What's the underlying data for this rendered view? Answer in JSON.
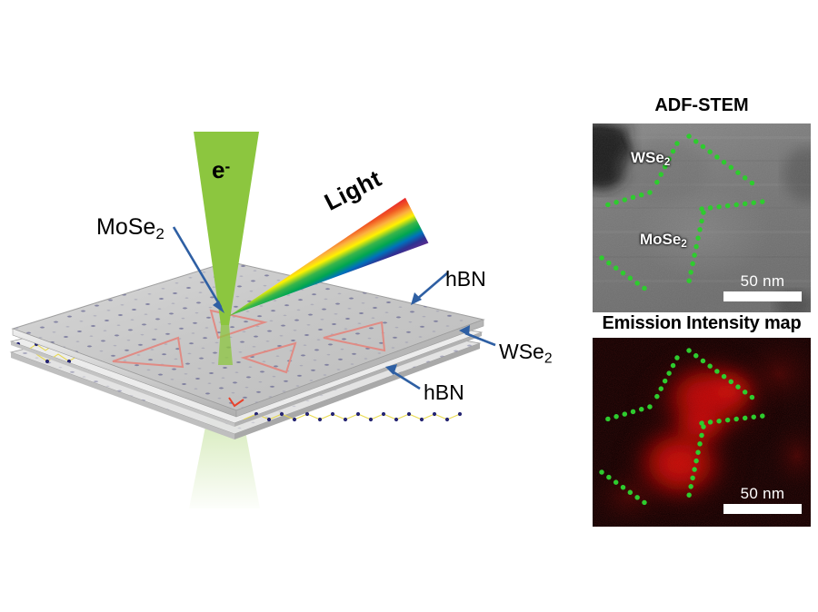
{
  "schematic": {
    "labels": {
      "mose2": "MoSe",
      "mose2_sub": "2",
      "hbn_top": "hBN",
      "hbn_bottom": "hBN",
      "wse2": "WSe",
      "wse2_sub": "2",
      "electron": "e",
      "electron_sup": "-",
      "light": "Light"
    },
    "colors": {
      "electron_beam": "#8CC63F",
      "arrow_blue": "#2E5FA3",
      "triangle_outline": "#E08B84",
      "slab_grey": "#C9C9C9",
      "lattice_dot": "#5B5B8A"
    },
    "rainbow_stops": [
      "#E8262C",
      "#F5821F",
      "#FFF200",
      "#39B54A",
      "#00A99D",
      "#0071BC",
      "#2E3192",
      "#662D91"
    ]
  },
  "panels": {
    "stem": {
      "title": "ADF-STEM",
      "region_labels": [
        {
          "text": "WSe",
          "sub": "2"
        },
        {
          "text": "MoSe",
          "sub": "2"
        }
      ],
      "scalebar": "50 nm",
      "boundary_color": "#2ECC2E"
    },
    "emission": {
      "title": "Emission Intensity map",
      "scalebar": "50 nm",
      "boundary_color": "#2ECC2E",
      "emission_color": "#E81010"
    }
  }
}
